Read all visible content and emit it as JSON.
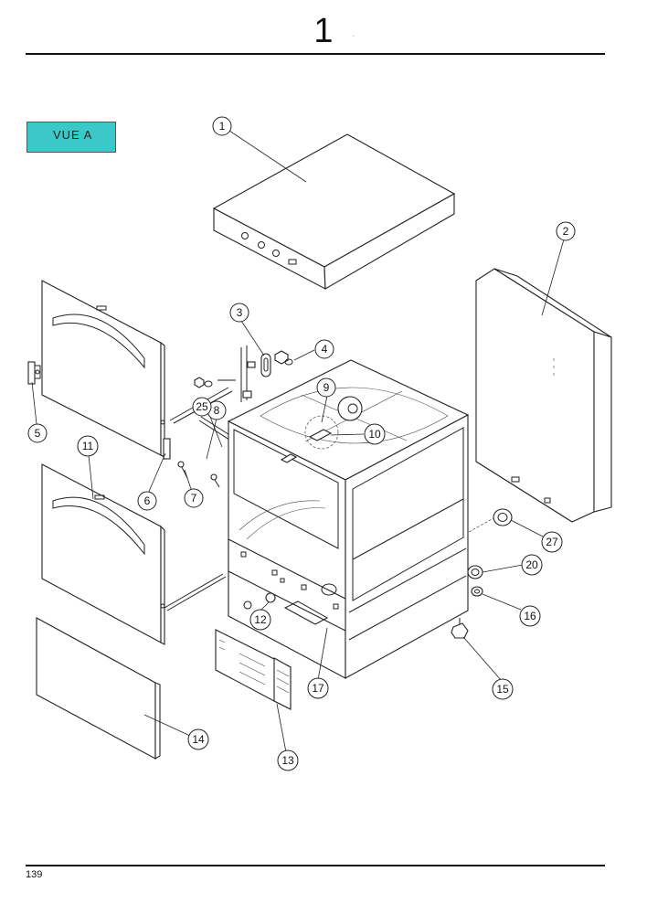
{
  "header": {
    "title": "1",
    "dot": "."
  },
  "view_label": "VUE A",
  "footer": {
    "page_number": "139"
  },
  "callouts": [
    {
      "label": "1"
    },
    {
      "label": "2"
    },
    {
      "label": "3"
    },
    {
      "label": "4"
    },
    {
      "label": "5"
    },
    {
      "label": "6"
    },
    {
      "label": "7"
    },
    {
      "label": "8"
    },
    {
      "label": "9"
    },
    {
      "label": "10"
    },
    {
      "label": "11"
    },
    {
      "label": "12"
    },
    {
      "label": "13"
    },
    {
      "label": "14"
    },
    {
      "label": "15"
    },
    {
      "label": "16"
    },
    {
      "label": "17"
    },
    {
      "label": "20"
    },
    {
      "label": "25"
    },
    {
      "label": "27"
    }
  ]
}
